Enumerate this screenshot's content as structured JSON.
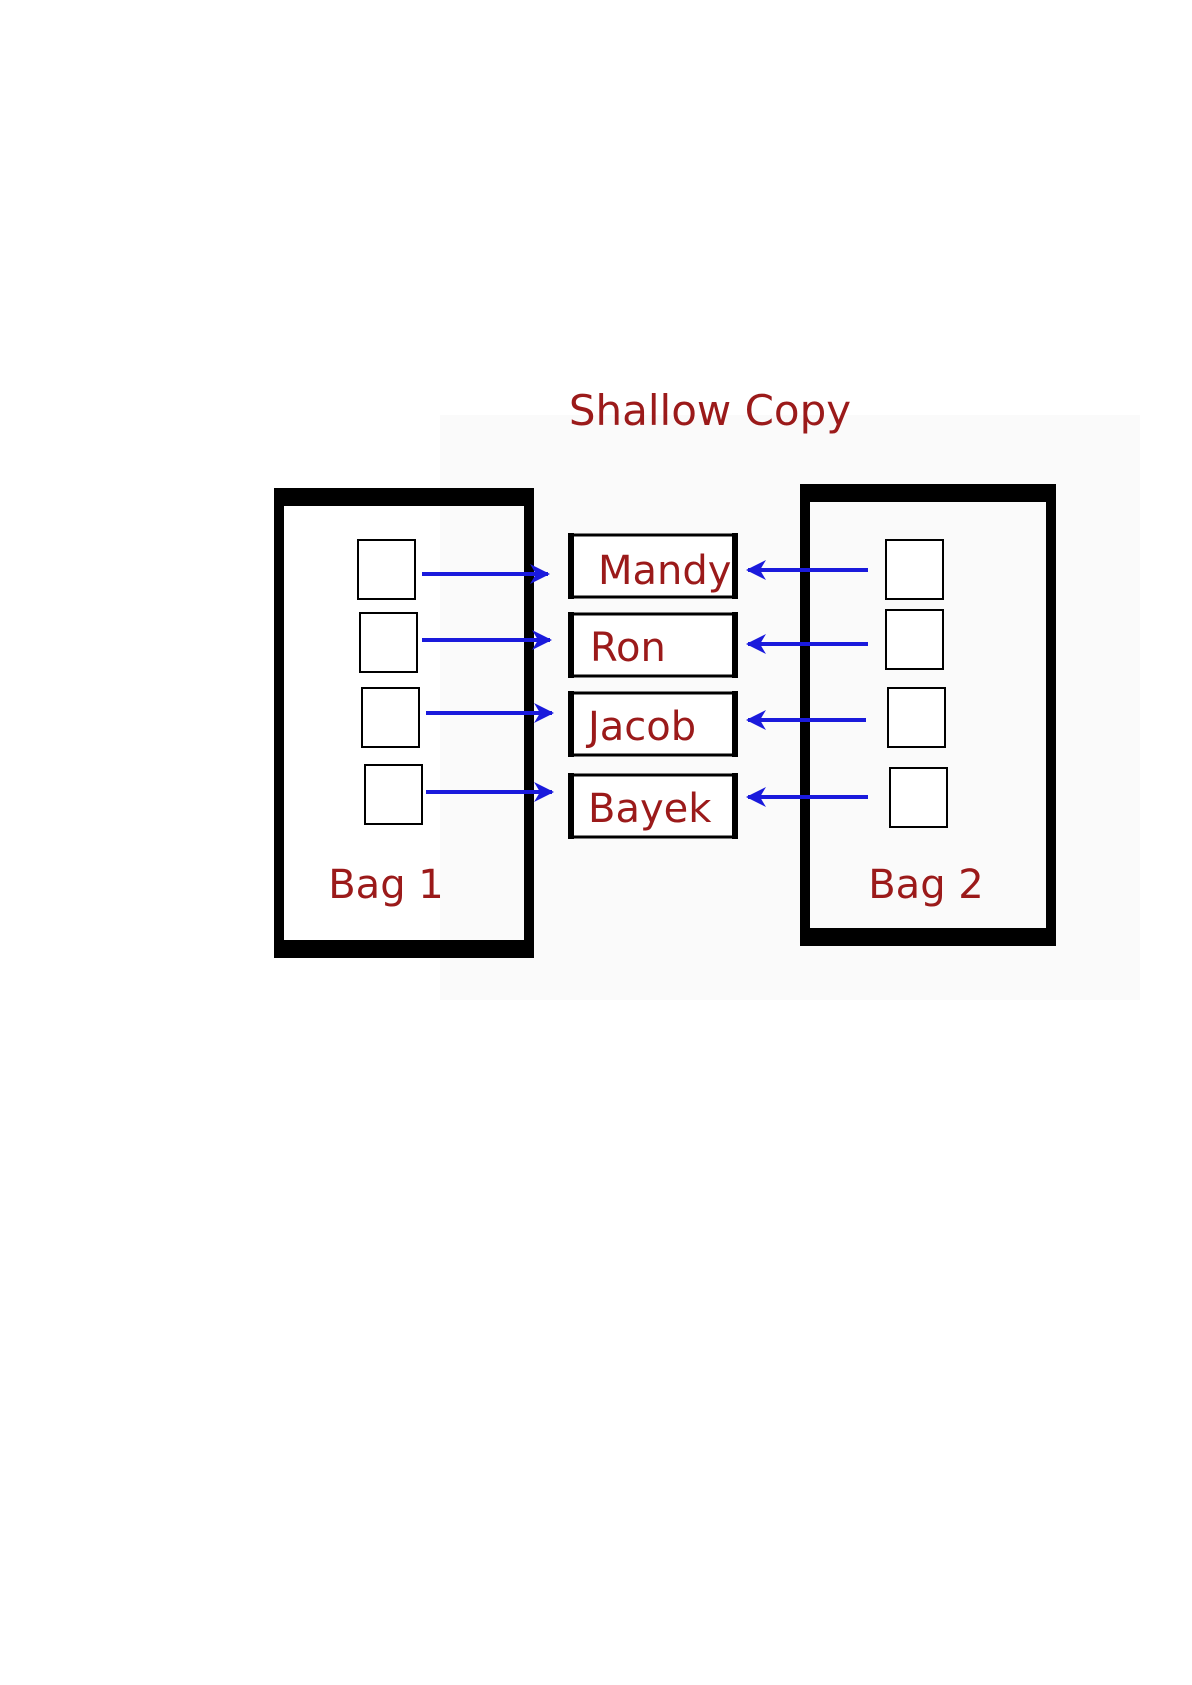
{
  "title": "Shallow Copy",
  "bag1_label": "Bag 1",
  "bag2_label": "Bag 2",
  "items": [
    "Mandy",
    "Ron",
    "Jacob",
    "Bayek"
  ],
  "colors": {
    "text": "#9b1a1a",
    "arrow": "#1a1adc",
    "frame": "#000000",
    "panel": "#fafafa"
  }
}
